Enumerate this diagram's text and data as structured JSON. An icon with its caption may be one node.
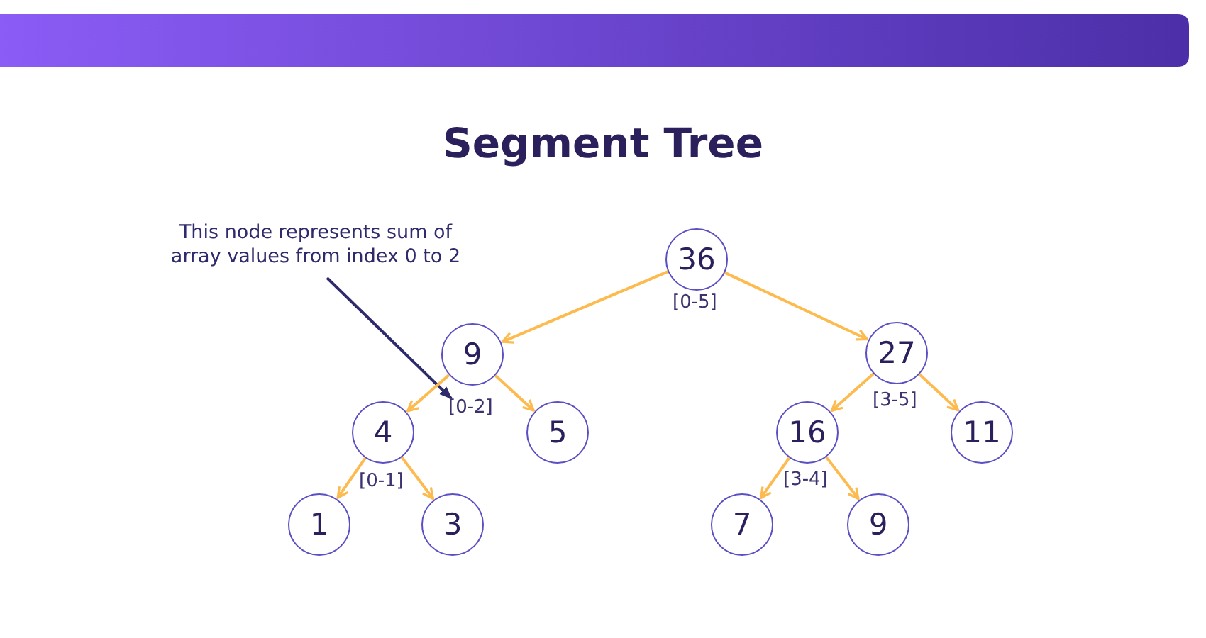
{
  "diagram": {
    "title": "Segment Tree",
    "nodes": [
      {
        "text": [
          "This node represents sum of array values  from index 0 to 2"
        ]
      },
      {
        "text": [
          "36"
        ],
        "beside": [
          "[0-5]"
        ]
      },
      {
        "text": [
          "9"
        ],
        "beside": [
          "[0-2]"
        ]
      },
      {
        "text": [
          "27"
        ],
        "beside": [
          "[3-5]"
        ]
      },
      {
        "text": [
          "4"
        ],
        "beside": [
          "[0-1]"
        ]
      },
      {
        "text": [
          "5"
        ]
      },
      {
        "text": [
          "16"
        ],
        "beside": [
          "[3-4]"
        ]
      },
      {
        "text": [
          "11"
        ]
      },
      {
        "text": [
          "1"
        ]
      },
      {
        "text": [
          "3"
        ]
      },
      {
        "text": [
          "7"
        ]
      },
      {
        "text": [
          "9"
        ]
      }
    ],
    "edges": [
      {
        "from": 0,
        "to": 2,
        "arrow": "to",
        "color": "#2e2a6b"
      },
      {
        "from": 1,
        "to": 2,
        "arrow": "to"
      },
      {
        "from": 1,
        "to": 3,
        "arrow": "to"
      },
      {
        "from": 2,
        "to": 4,
        "arrow": "to"
      },
      {
        "from": 2,
        "to": 5,
        "arrow": "to"
      },
      {
        "from": 3,
        "to": 6,
        "arrow": "to"
      },
      {
        "from": 3,
        "to": 7,
        "arrow": "to"
      },
      {
        "from": 4,
        "to": 8,
        "arrow": "to"
      },
      {
        "from": 4,
        "to": 9,
        "arrow": "to"
      },
      {
        "from": 6,
        "to": 10,
        "arrow": "to"
      },
      {
        "from": 6,
        "to": 11,
        "arrow": "to"
      }
    ]
  }
}
